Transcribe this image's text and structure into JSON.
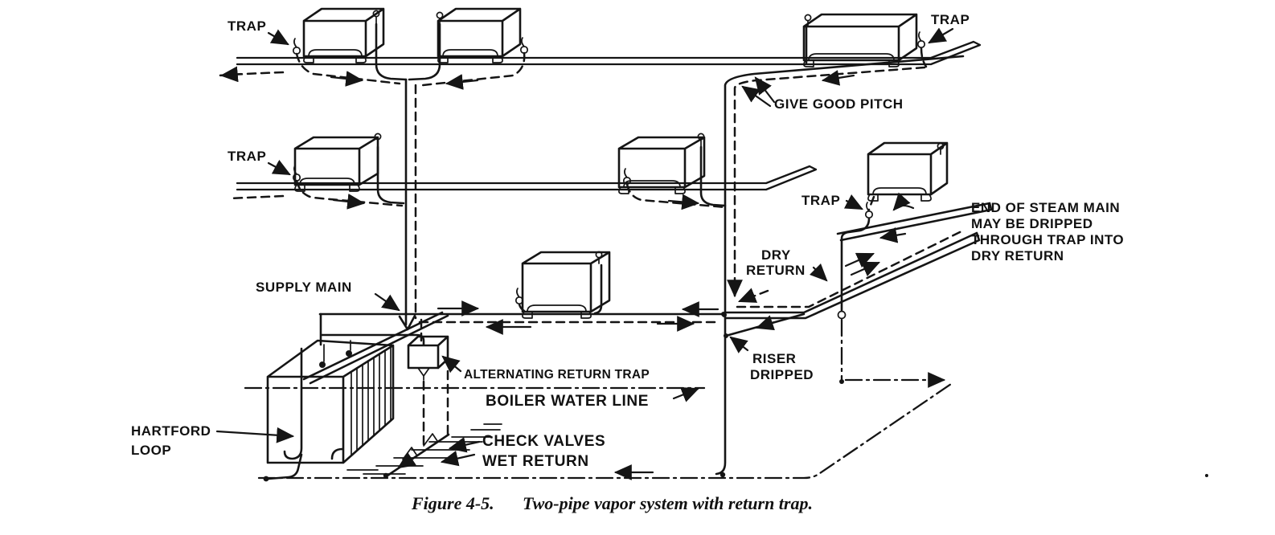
{
  "figure": {
    "ink_color": "#151515",
    "paper_color": "#ffffff",
    "labels": {
      "trap": "TRAP",
      "give_good_pitch": "GIVE GOOD PITCH",
      "dry_return": [
        "DRY",
        "RETURN"
      ],
      "end_of_steam_main": [
        "END OF STEAM MAIN",
        "MAY BE DRIPPED",
        "THROUGH TRAP INTO",
        "DRY RETURN"
      ],
      "riser_dripped": [
        "RISER",
        "DRIPPED"
      ],
      "supply_main": "SUPPLY MAIN",
      "alternating_return_trap": "ALTERNATING RETURN TRAP",
      "boiler_water_line": "BOILER WATER LINE",
      "hartford_loop": [
        "HARTFORD",
        "LOOP"
      ],
      "check_valves": "CHECK VALVES",
      "wet_return": "WET RETURN"
    },
    "caption": {
      "figure_number": "Figure 4-5.",
      "title": "Two-pipe vapor system with return trap."
    }
  }
}
